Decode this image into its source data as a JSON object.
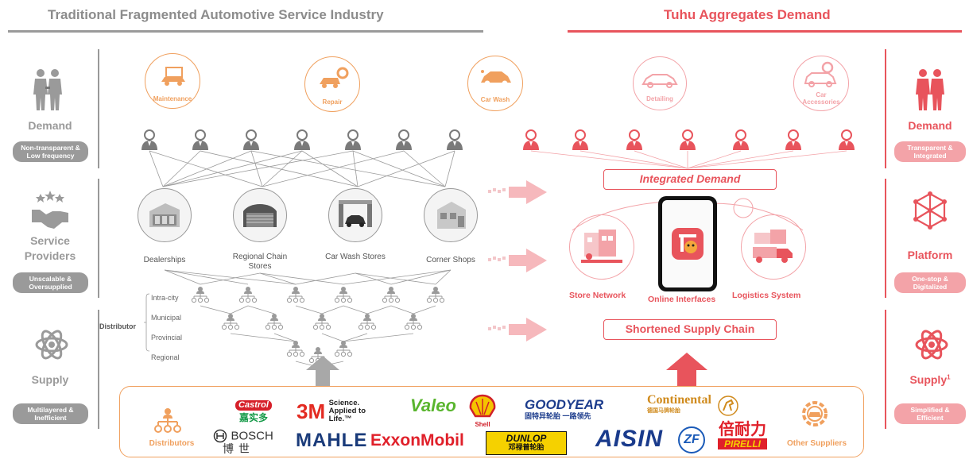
{
  "header": {
    "left_title": "Traditional Fragmented Automotive Service Industry",
    "right_title": "Tuhu Aggregates Demand"
  },
  "services": [
    {
      "label": "Maintenance"
    },
    {
      "label": "Repair"
    },
    {
      "label": "Car Wash"
    },
    {
      "label": "Detailing"
    },
    {
      "label": "Car Accessories"
    }
  ],
  "left_side": {
    "demand": {
      "label": "Demand",
      "pill": "Non-transparent & Low frequency"
    },
    "providers": {
      "label": "Service Providers",
      "pill": "Unscalable & Oversupplied"
    },
    "supply": {
      "label": "Supply",
      "pill": "Multilayered & Inefficient"
    }
  },
  "right_side": {
    "demand": {
      "label": "Demand",
      "pill": "Transparent & Integrated"
    },
    "platform": {
      "label": "Platform",
      "pill": "One-stop & Digitalized"
    },
    "supply": {
      "label": "Supply",
      "sup": "1",
      "pill": "Simplified & Efficient"
    }
  },
  "stores": [
    {
      "label": "Dealerships"
    },
    {
      "label": "Regional Chain Stores"
    },
    {
      "label": "Car Wash Stores"
    },
    {
      "label": "Corner Shops"
    }
  ],
  "distributor": {
    "label": "Distributor",
    "levels": [
      "Intra-city",
      "Municipal",
      "Provincial",
      "Regional"
    ]
  },
  "platform_center": {
    "integrated_demand": "Integrated Demand",
    "shortened_supply": "Shortened Supply Chain",
    "store_network": "Store Network",
    "online_interfaces": "Online Interfaces",
    "logistics_system": "Logistics System"
  },
  "bottom": {
    "distributors": "Distributors",
    "other_suppliers": "Other Suppliers",
    "logos": {
      "castrol": "Castrol",
      "castrol_cn": "嘉实多",
      "threem": "3M",
      "threem_tag": "Science. Applied to Life.™",
      "valeo": "Valeo",
      "shell": "Shell",
      "goodyear": "GOODYEAR",
      "goodyear_cn": "固特异轮胎 一路领先",
      "continental": "Continental",
      "continental_cn": "德国马牌轮胎",
      "bosch": "BOSCH",
      "bosch_cn": "博世",
      "mahle": "MAHLE",
      "exxon": "ExxonMobil",
      "dunlop": "DUNLOP",
      "dunlop_cn": "邓禄普轮胎",
      "aisin": "AISIN",
      "zf": "ZF",
      "pirelli_cn": "倍耐力",
      "pirelli": "PIRELLI"
    }
  },
  "colors": {
    "gray": "#8c8c8c",
    "orange": "#f0a05e",
    "red": "#e8545c",
    "pink": "#f3a3a8"
  }
}
